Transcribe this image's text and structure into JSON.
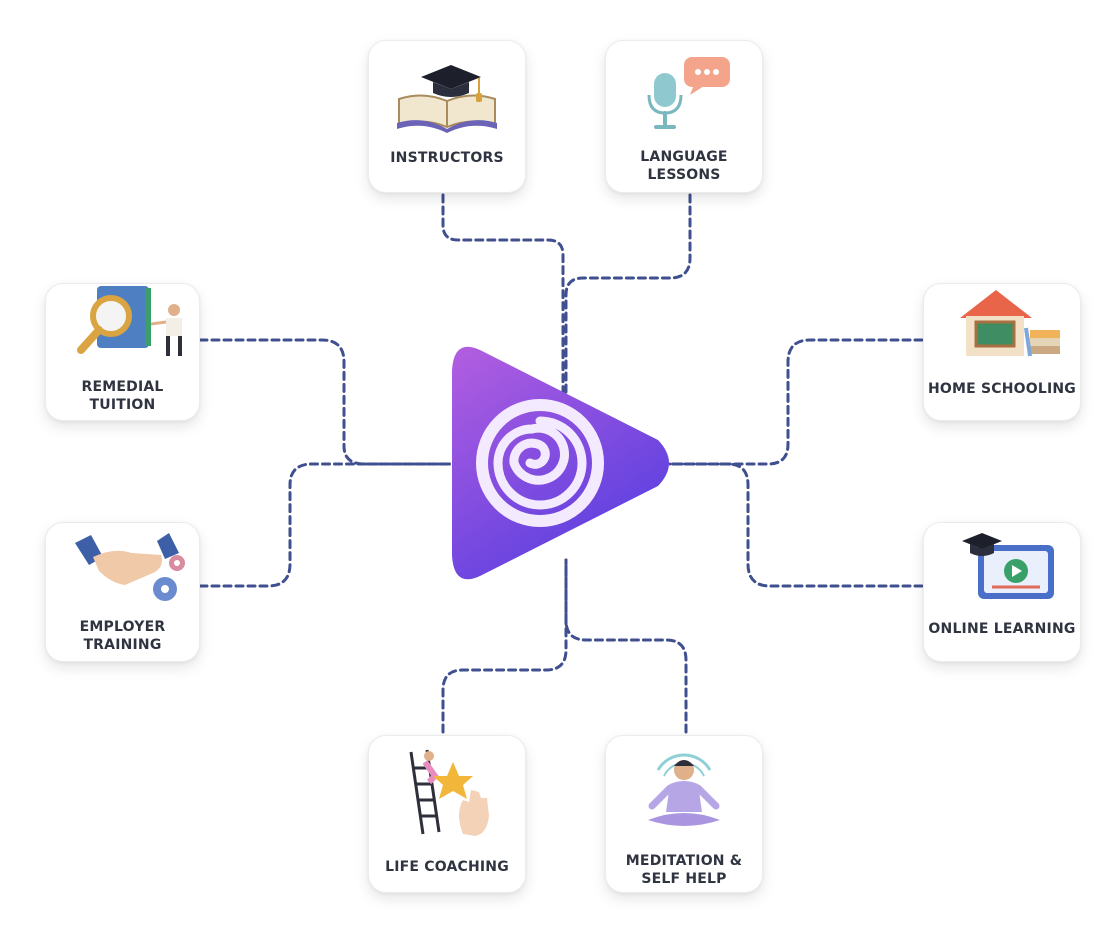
{
  "diagram": {
    "center": {
      "icon": "purple-spiral-play-logo",
      "colors": {
        "top": "#b35ee0",
        "bottom": "#5a3fe0"
      }
    },
    "connector_color": "#3f4f8f",
    "nodes": [
      {
        "id": "instructors",
        "label": "INSTRUCTORS",
        "icon": "graduation-cap-book-icon"
      },
      {
        "id": "language",
        "label": "LANGUAGE\nLESSONS",
        "icon": "microphone-chat-icon"
      },
      {
        "id": "remedial",
        "label": "REMEDIAL\nTUITION",
        "icon": "magnifier-book-person-icon"
      },
      {
        "id": "employer",
        "label": "EMPLOYER\nTRAINING",
        "icon": "handshake-gears-icon"
      },
      {
        "id": "home",
        "label": "HOME SCHOOLING",
        "icon": "house-chalkboard-books-icon"
      },
      {
        "id": "online",
        "label": "ONLINE LEARNING",
        "icon": "graduation-cap-video-screen-icon"
      },
      {
        "id": "life",
        "label": "LIFE COACHING",
        "icon": "ladder-star-hand-icon"
      },
      {
        "id": "meditation",
        "label": "MEDITATION &\nSELF HELP",
        "icon": "meditating-person-icon"
      }
    ]
  }
}
